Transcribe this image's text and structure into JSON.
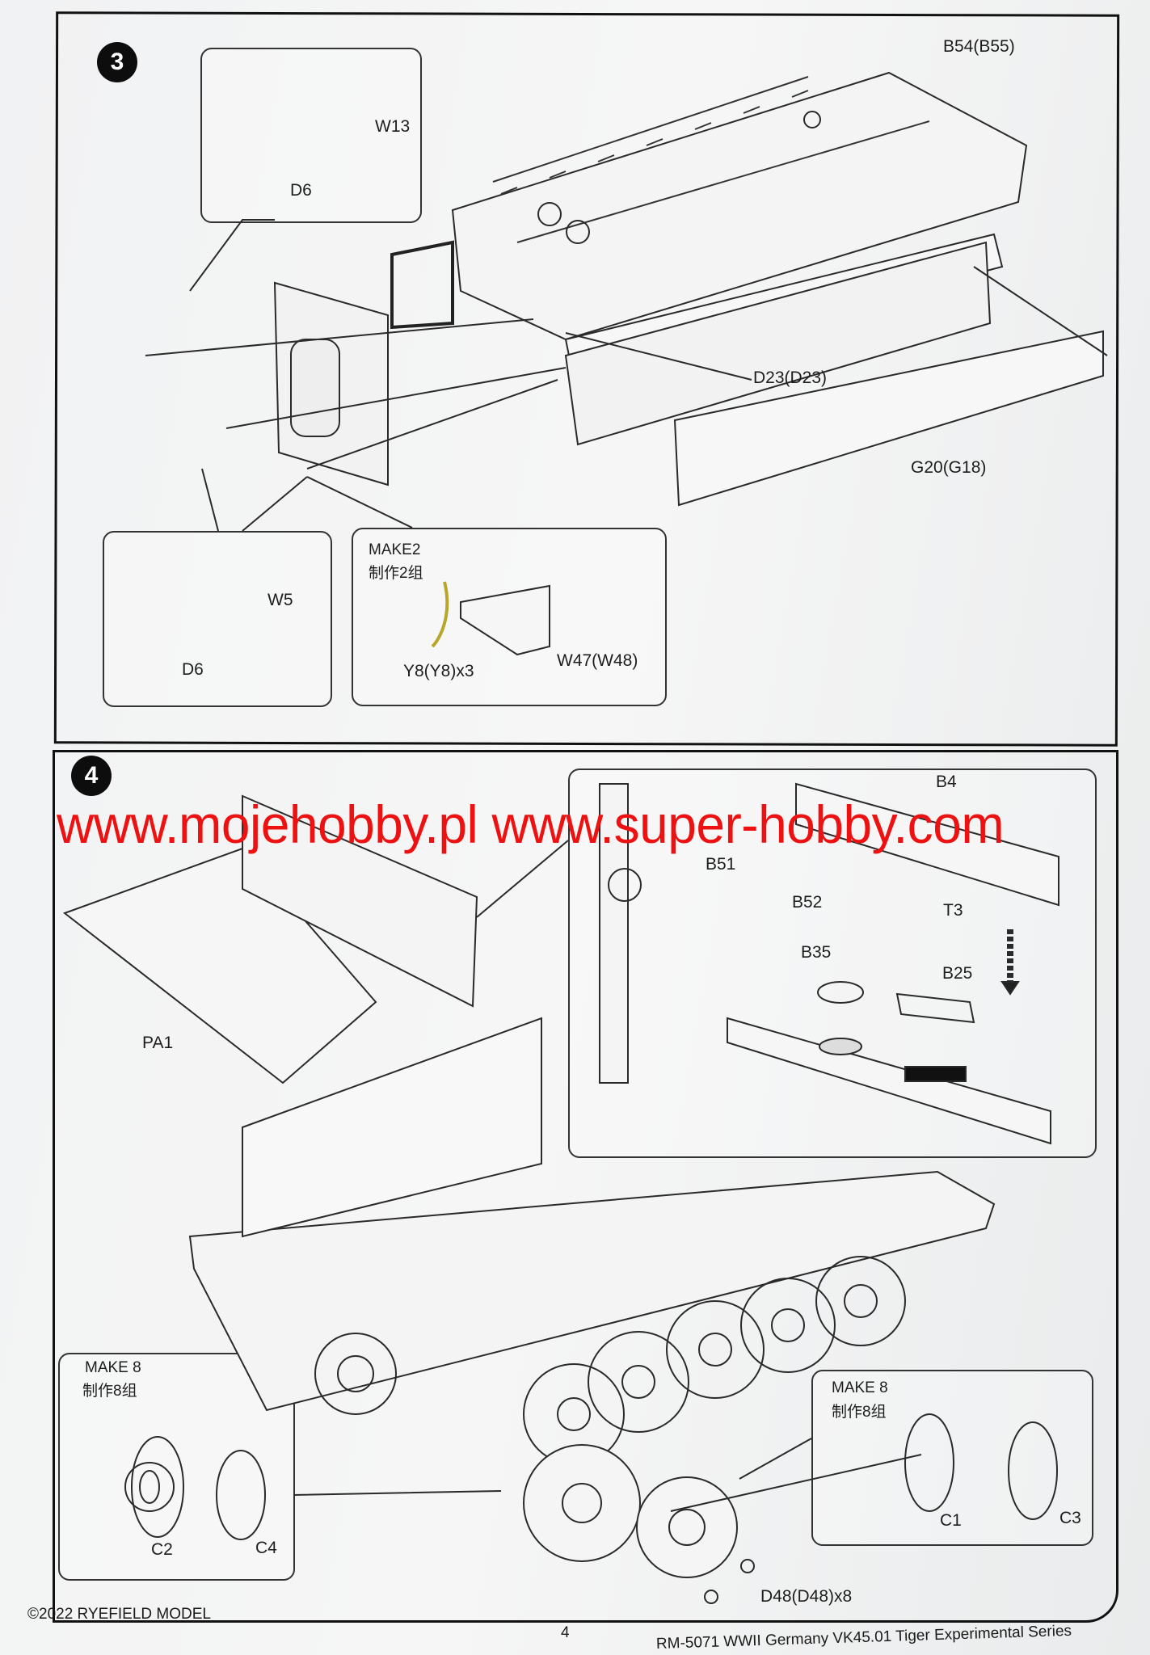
{
  "watermark": "www.mojehobby.pl www.super-hobby.com",
  "step3": {
    "number": "3",
    "labels": {
      "b54": "B54(B55)",
      "w13": "W13",
      "d6_top": "D6",
      "d23": "D23(D23)",
      "g20": "G20(G18)",
      "w5": "W5",
      "d6_bottom": "D6",
      "make2": "MAKE2",
      "make2_cn": "制作2组",
      "y8": "Y8(Y8)x3",
      "w47": "W47(W48)"
    }
  },
  "step4": {
    "number": "4",
    "labels": {
      "b4": "B4",
      "b51": "B51",
      "b52": "B52",
      "t3": "T3",
      "b35": "B35",
      "b25": "B25",
      "pa1": "PA1",
      "make8_left": "MAKE 8",
      "make8_left_cn": "制作8组",
      "c2": "C2",
      "c4": "C4",
      "make8_right": "MAKE 8",
      "make8_right_cn": "制作8组",
      "c1": "C1",
      "c3": "C3",
      "d48": "D48(D48)x8"
    }
  },
  "footer": {
    "copyright": "©2022 RYEFIELD MODEL",
    "page": "4",
    "title": "RM-5071 WWII Germany VK45.01 Tiger Experimental Series"
  }
}
